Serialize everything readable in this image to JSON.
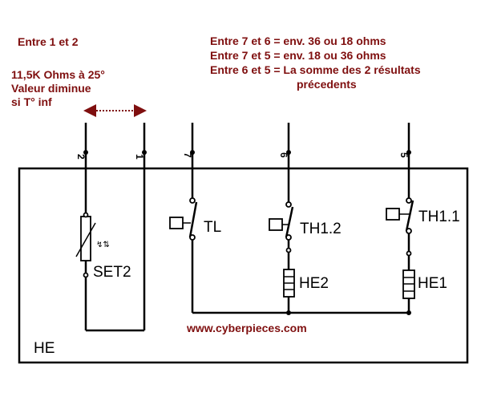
{
  "notes": {
    "entre_1_2": "Entre 1 et 2",
    "thermistor": [
      "11,5K Ohms à 25°",
      "Valeur diminue",
      "si T° inf"
    ],
    "measures": [
      "Entre 7 et 6 = env. 36 ou 18 ohms",
      "Entre 7 et 5 = env. 18 ou 36 ohms",
      "Entre 6 et 5 = La somme des 2 résultats",
      "précedents"
    ]
  },
  "terminals": [
    "2",
    "1",
    "7",
    "6",
    "5"
  ],
  "components": {
    "thermistor": "SET2",
    "switch_tl": "TL",
    "switch_th12": "TH1.2",
    "switch_th11": "TH1.1",
    "heater_2": "HE2",
    "heater_1": "HE1",
    "box": "HE"
  },
  "website": "www.cyberpieces.com",
  "colors": {
    "annotation": "#7f0f0f",
    "lines": "#000000"
  }
}
